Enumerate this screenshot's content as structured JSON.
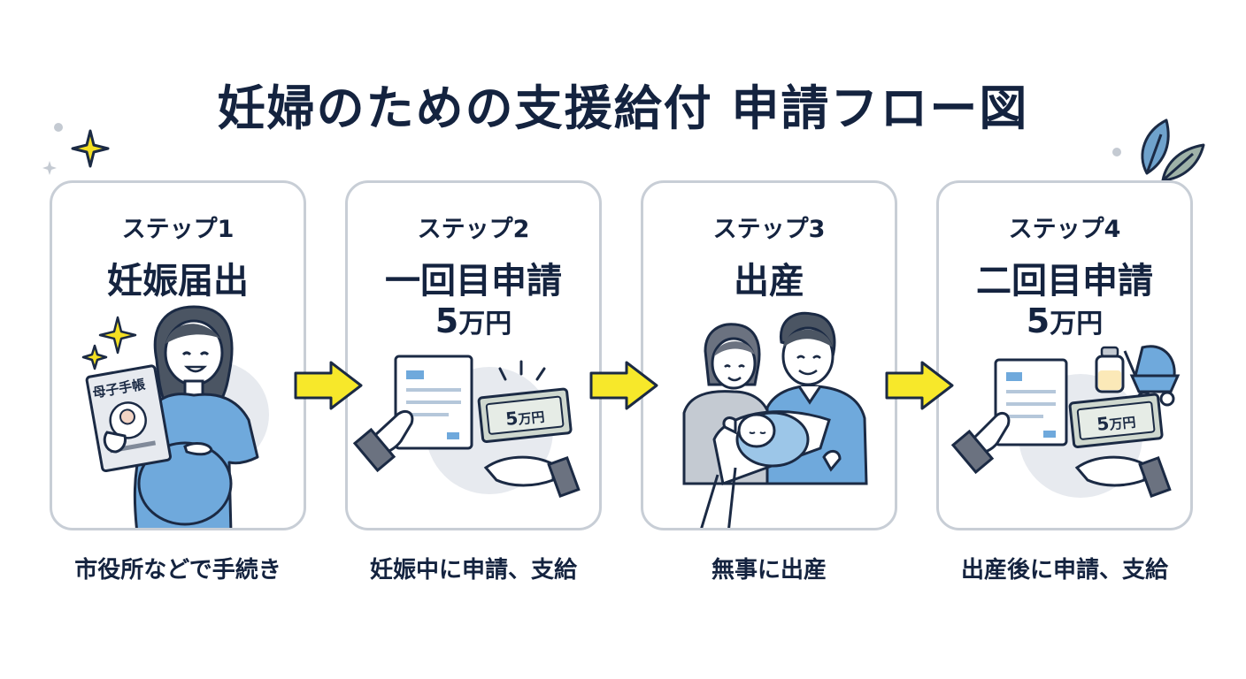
{
  "title": "妊婦のための支援給付 申請フロー図",
  "steps": [
    {
      "label": "ステップ1",
      "name": "妊娠届出",
      "amount": "",
      "amount_unit": "",
      "caption": "市役所などで手続き",
      "booklet_label": "母子手帳"
    },
    {
      "label": "ステップ2",
      "name": "一回目申請",
      "amount": "5",
      "amount_unit": "万円",
      "caption": "妊娠中に申請、支給",
      "bill_amount": "5",
      "bill_unit": "万円"
    },
    {
      "label": "ステップ3",
      "name": "出産",
      "amount": "",
      "amount_unit": "",
      "caption": "無事に出産"
    },
    {
      "label": "ステップ4",
      "name": "二回目申請",
      "amount": "5",
      "amount_unit": "万円",
      "caption": "出産後に申請、支給",
      "bill_amount": "5",
      "bill_unit": "万円"
    }
  ],
  "icons": [
    "sparkle-icon",
    "leaf-icon",
    "arrow-right-icon",
    "document-icon",
    "money-bill-icon",
    "giving-hand-icon",
    "baby-bottle-icon",
    "stroller-icon"
  ],
  "colors": {
    "title": "#14233f",
    "card_border": "#c8ced6",
    "arrow": "#f7e82a",
    "accent_blue": "#6fa9dc",
    "bill_green": "#cfd8cf"
  }
}
